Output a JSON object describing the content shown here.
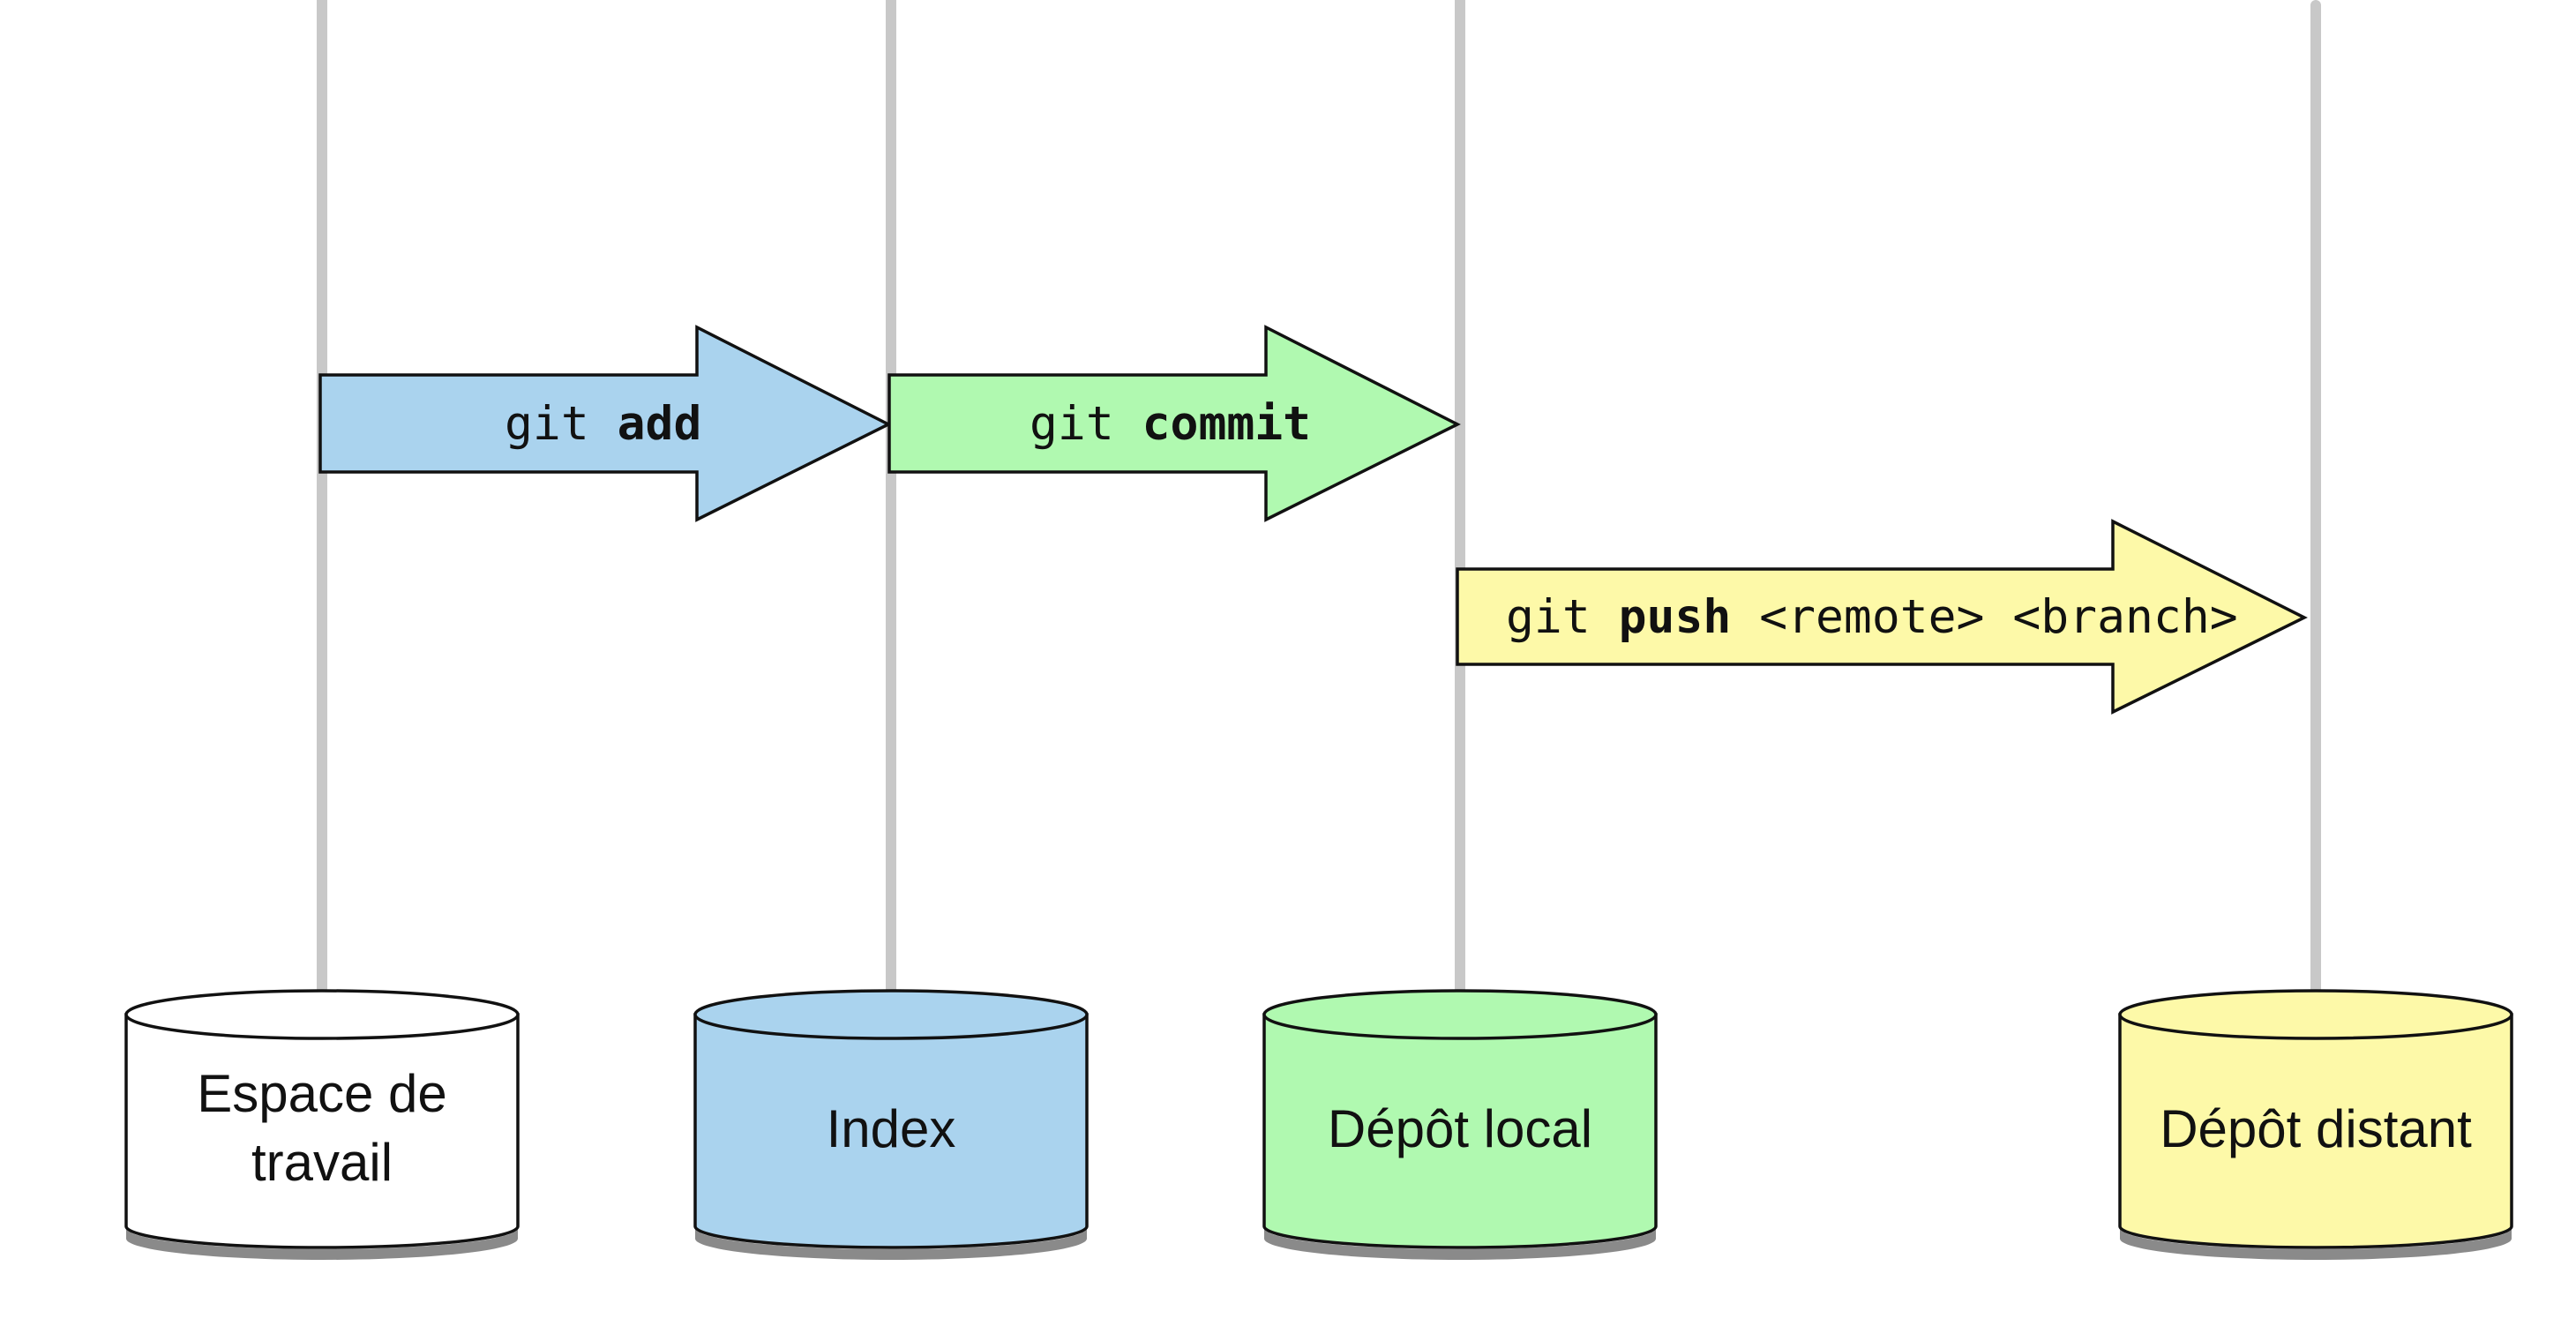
{
  "colors": {
    "workspace": "#ffffff",
    "index": "#aad3ee",
    "local": "#b0f9b0",
    "remote": "#fdf9a8",
    "lane_line": "#c8c8c8",
    "outline": "#111111"
  },
  "lanes": [
    {
      "id": "workspace",
      "label_lines": [
        "Espace de",
        "travail"
      ]
    },
    {
      "id": "index",
      "label_lines": [
        "Index"
      ]
    },
    {
      "id": "local",
      "label_lines": [
        "Dépôt local"
      ]
    },
    {
      "id": "remote",
      "label_lines": [
        "Dépôt distant"
      ]
    }
  ],
  "commands": [
    {
      "id": "add",
      "prefix": "git ",
      "keyword": "add",
      "args": "",
      "from": "workspace",
      "to": "index",
      "color_key": "index"
    },
    {
      "id": "commit",
      "prefix": "git ",
      "keyword": "commit",
      "args": "",
      "from": "index",
      "to": "local",
      "color_key": "local"
    },
    {
      "id": "push",
      "prefix": "git ",
      "keyword": "push",
      "args": " <remote> <branch>",
      "from": "local",
      "to": "remote",
      "color_key": "remote"
    }
  ]
}
